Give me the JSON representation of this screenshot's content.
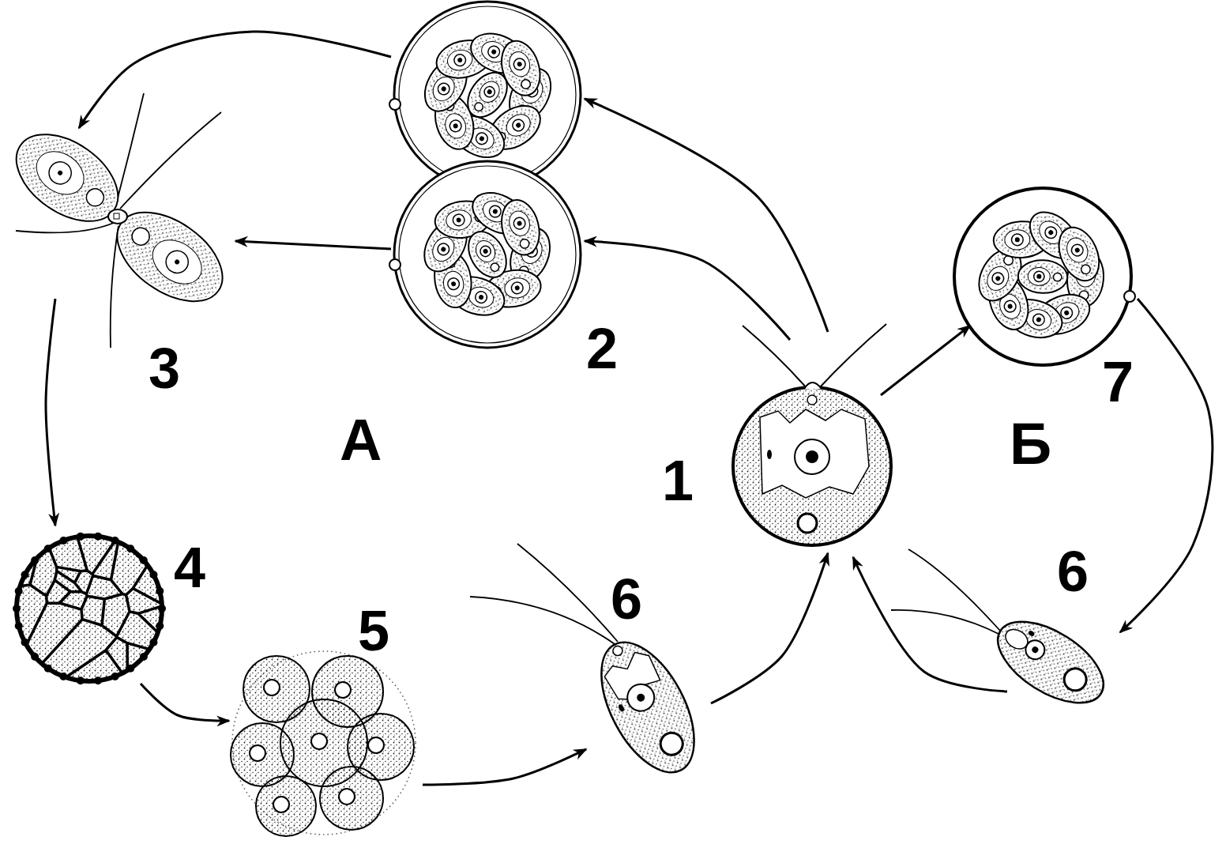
{
  "diagram": {
    "nodes": [
      {
        "text": [
          "1"
        ]
      },
      {
        "text": [
          "2"
        ]
      },
      {
        "text": [
          "3"
        ]
      },
      {
        "text": [
          "4"
        ]
      },
      {
        "text": [
          "5"
        ]
      },
      {
        "text": [
          "6"
        ]
      },
      {
        "text": [
          "7"
        ]
      },
      {
        "text": [
          "6"
        ]
      }
    ],
    "edges": [
      {
        "from": 0,
        "to": 1,
        "arrow": "to"
      },
      {
        "from": 0,
        "to": 1,
        "arrow": "to"
      },
      {
        "from": 1,
        "to": 2,
        "arrow": "to"
      },
      {
        "from": 1,
        "to": 2,
        "arrow": "to"
      },
      {
        "from": 2,
        "to": 3,
        "arrow": "to"
      },
      {
        "from": 3,
        "to": 4,
        "arrow": "to"
      },
      {
        "from": 4,
        "to": 5,
        "arrow": "to"
      },
      {
        "from": 5,
        "to": 0,
        "arrow": "to"
      },
      {
        "from": 0,
        "to": 6,
        "arrow": "to"
      },
      {
        "from": 6,
        "to": 7,
        "arrow": "to"
      },
      {
        "from": 7,
        "to": 0,
        "arrow": "to"
      }
    ],
    "labels": [
      "А",
      "Б"
    ]
  }
}
